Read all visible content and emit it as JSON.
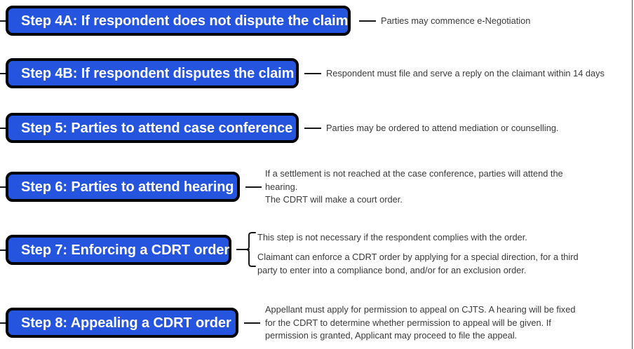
{
  "page": {
    "title": "CDRT Process Steps 4A-8",
    "background_color": "#ffffff",
    "box_fill_color": "#2554DE",
    "box_border_color": "#000000",
    "box_text_color": "#ffffff",
    "description_text_color": "#3a3a3a",
    "connector_color": "#181818",
    "page_edge_color": "#4a5a4a"
  },
  "steps": [
    {
      "id": "step-4a",
      "label": "Step 4A: If respondent does not dispute the claim",
      "connector": "line",
      "descriptions": [
        {
          "lines": [
            "Parties may commence e-Negotiation"
          ]
        }
      ]
    },
    {
      "id": "step-4b",
      "label": "Step 4B: If respondent disputes the claim",
      "connector": "line",
      "descriptions": [
        {
          "lines": [
            "Respondent must file and serve a reply on the claimant within 14 days"
          ]
        }
      ]
    },
    {
      "id": "step-5",
      "label": "Step 5: Parties to attend case conference",
      "connector": "line",
      "descriptions": [
        {
          "lines": [
            "Parties may be ordered to attend mediation or counselling."
          ]
        }
      ]
    },
    {
      "id": "step-6",
      "label": "Step 6: Parties to attend hearing",
      "connector": "line",
      "descriptions": [
        {
          "lines": [
            "If a settlement is not reached at the case conference, parties will attend the",
            "hearing.",
            "The CDRT will make a court order."
          ]
        }
      ]
    },
    {
      "id": "step-7",
      "label": "Step 7: Enforcing a CDRT order",
      "connector": "bracket",
      "descriptions": [
        {
          "lines": [
            "This step is not necessary if the respondent complies with the order."
          ]
        },
        {
          "lines": [
            "Claimant can enforce a CDRT order by applying for a special direction, for a third",
            "party to enter into a compliance bond, and/or for an exclusion order."
          ]
        }
      ]
    },
    {
      "id": "step-8",
      "label": "Step 8: Appealing a CDRT order",
      "connector": "line",
      "descriptions": [
        {
          "lines": [
            "Appellant must apply for permission to appeal on CJTS. A hearing will be fixed",
            "for the CDRT to determine whether permission to appeal will be given. If",
            "permission is granted, Applicant may proceed to file the appeal."
          ]
        }
      ]
    }
  ]
}
